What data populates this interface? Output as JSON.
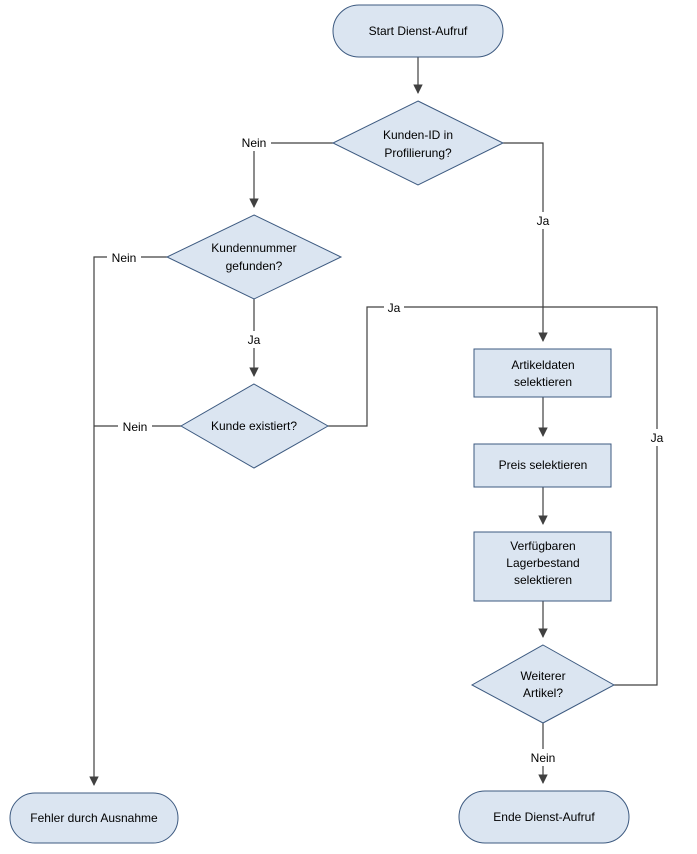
{
  "colors": {
    "fill": "#dbe5f1",
    "stroke": "#3d5a80",
    "connector": "#404040"
  },
  "nodes": {
    "start": "Start Dienst-Aufruf",
    "d_kundenid": [
      "Kunden-ID in",
      "Profilierung?"
    ],
    "d_kundennummer": [
      "Kundennummer",
      "gefunden?"
    ],
    "d_kunde_existiert": "Kunde existiert?",
    "p_artikeldaten": [
      "Artikeldaten",
      "selektieren"
    ],
    "p_preis": "Preis selektieren",
    "p_lager": [
      "Verfügbaren",
      "Lagerbestand",
      "selektieren"
    ],
    "d_weiterer": [
      "Weiterer",
      "Artikel?"
    ],
    "end_fehler": "Fehler durch Ausnahme",
    "end_ende": "Ende Dienst-Aufruf"
  },
  "edges": {
    "kundenid_nein": "Nein",
    "kundenid_ja": "Ja",
    "kundennummer_nein": "Nein",
    "kundennummer_ja": "Ja",
    "existiert_nein": "Nein",
    "existiert_ja": "Ja",
    "weiterer_ja": "Ja",
    "weiterer_nein": "Nein"
  }
}
